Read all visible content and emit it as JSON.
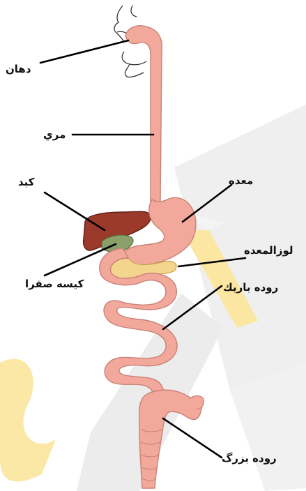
{
  "labels": {
    "mouth": "دهان",
    "esophagus": "مري",
    "liver": "كبد",
    "gallbladder": "كيسه صفرا",
    "stomach": "معده",
    "pancreas": "لوزالمعده",
    "small_intestine": "روده باريك",
    "large_intestine": "روده بزرگ"
  },
  "colors": {
    "organ_pink": "#f2a99c",
    "organ_outline": "#c98076",
    "liver": "#9b3a2a",
    "gallbladder": "#8aa06a",
    "pancreas": "#f3d58d",
    "watermark_dark": "#e3e3e3",
    "watermark_gold": "#f9e39a"
  }
}
